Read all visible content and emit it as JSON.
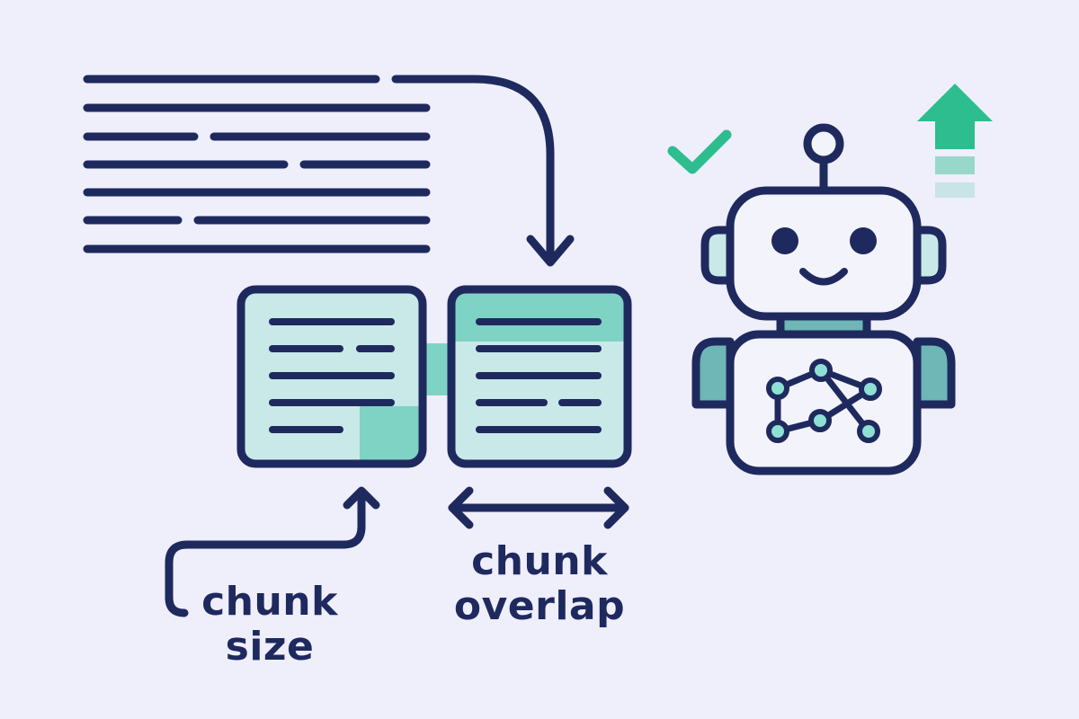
{
  "colors": {
    "background": "#efeefb",
    "ink": "#1e2a5e",
    "teal": "#7fd3c4",
    "teal_light": "#c9e9e9",
    "green_accent": "#2dbd8f",
    "robot_shell": "#f3f3fb",
    "robot_panel": "#6fb6b6",
    "node_fill": "#8fe0d4"
  },
  "icons": {
    "document": "document-lines-icon",
    "arrow_down": "curved-arrow-down-icon",
    "chunk": "chunk-card-icon",
    "arrow_up": "curved-arrow-up-icon",
    "overlap": "double-arrow-icon",
    "robot": "robot-icon",
    "network": "network-graph-icon",
    "check": "checkmark-icon",
    "up": "up-arrow-icon"
  },
  "labels": {
    "chunk_size": [
      "chunk",
      "size"
    ],
    "chunk_overlap": [
      "chunk",
      "overlap"
    ]
  }
}
